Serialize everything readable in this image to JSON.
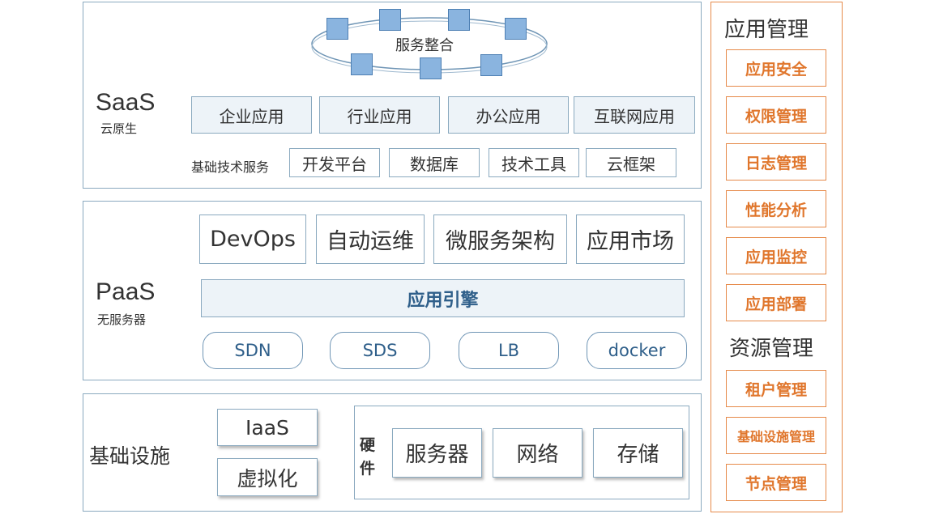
{
  "saas": {
    "title": "SaaS",
    "subtitle": "云原生",
    "integration_label": "服务整合",
    "apps": [
      "企业应用",
      "行业应用",
      "办公应用",
      "互联网应用"
    ],
    "base_services_label": "基础技术服务",
    "base_services": [
      "开发平台",
      "数据库",
      "技术工具",
      "云框架"
    ]
  },
  "paas": {
    "title": "PaaS",
    "subtitle": "无服务器",
    "top_items": [
      "DevOps",
      "自动运维",
      "微服务架构",
      "应用市场"
    ],
    "engine": "应用引擎",
    "bottom_items": [
      "SDN",
      "SDS",
      "LB",
      "docker"
    ]
  },
  "infra": {
    "title": "基础设施",
    "iaas": "IaaS",
    "virtualization": "虚拟化",
    "hardware_label_1": "硬",
    "hardware_label_2": "件",
    "hardware_items": [
      "服务器",
      "网络",
      "存储"
    ]
  },
  "sidebar": {
    "app_mgmt_title": "应用管理",
    "app_mgmt_items": [
      "应用安全",
      "权限管理",
      "日志管理",
      "性能分析",
      "应用监控",
      "应用部署"
    ],
    "resource_mgmt_title": "资源管理",
    "resource_mgmt_items": [
      "租户管理",
      "基础设施管理",
      "节点管理"
    ]
  },
  "colors": {
    "panel_border": "#8aa9bf",
    "light_fill": "#edf3f8",
    "node_fill": "#8ab4df",
    "accent_orange": "#e0762c"
  }
}
